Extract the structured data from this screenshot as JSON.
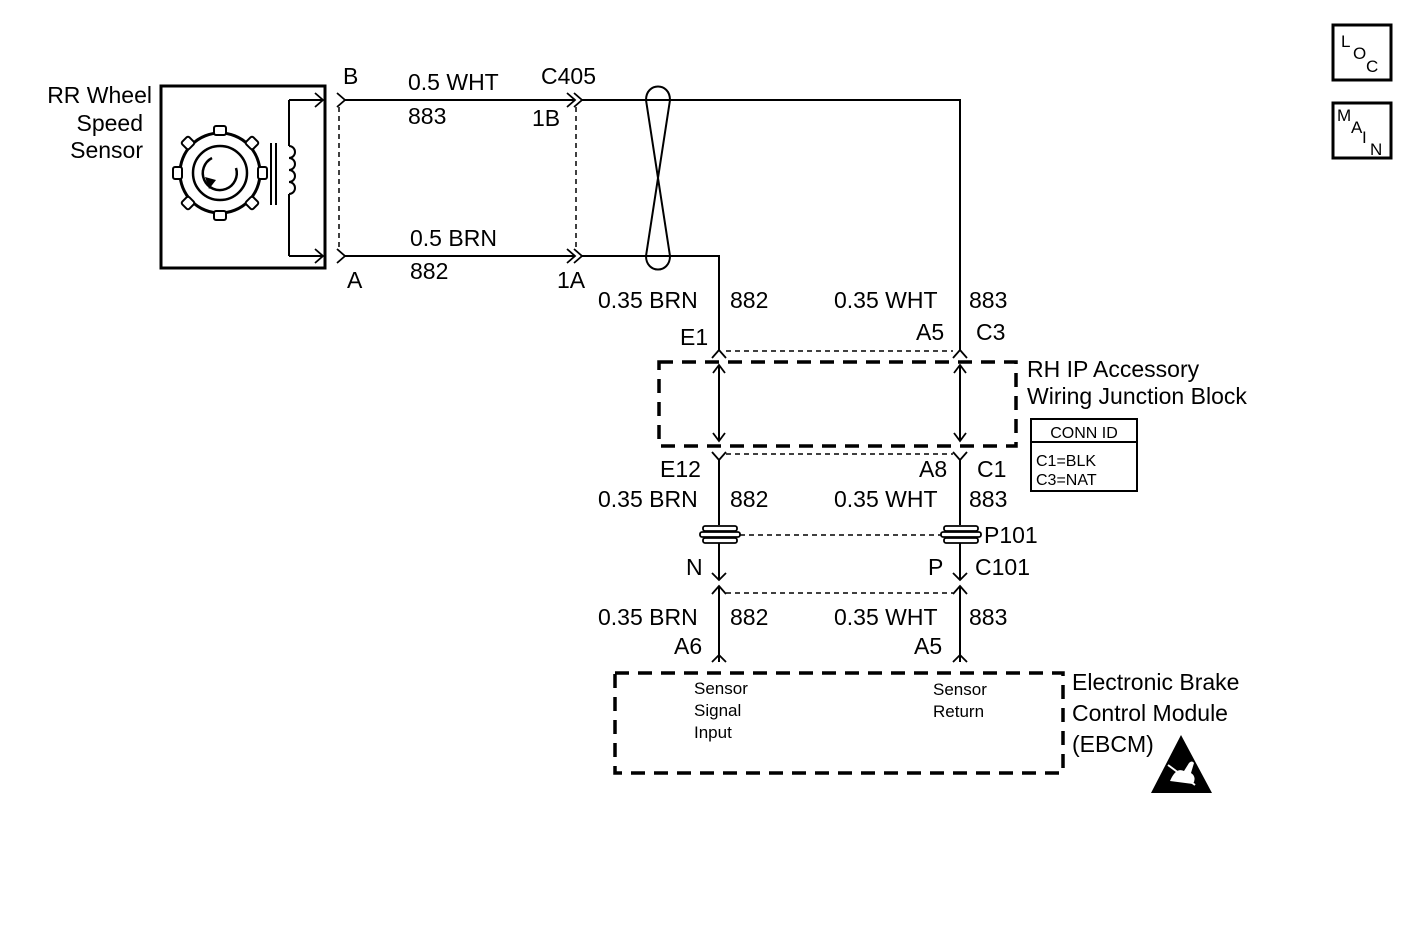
{
  "sensor": {
    "name_lines": [
      "RR Wheel",
      "Speed",
      "Sensor"
    ]
  },
  "sensor_pins": {
    "top": "B",
    "bottom": "A"
  },
  "wires_upper": {
    "top_gauge": "0.5 WHT",
    "top_circuit": "883",
    "bottom_gauge": "0.5 BRN",
    "bottom_circuit": "882"
  },
  "connector_c405": {
    "name": "C405",
    "pin_top": "1B",
    "pin_bottom": "1A"
  },
  "mid_wires": {
    "left_gauge": "0.35 BRN",
    "left_circuit": "882",
    "right_gauge": "0.35 WHT",
    "right_circuit": "883"
  },
  "junction_block": {
    "name_lines": [
      "RH IP Accessory",
      "Wiring Junction Block"
    ],
    "pin_top_left": "E1",
    "pin_top_right": "A5",
    "conn_top": "C3",
    "pin_bottom_left": "E12",
    "pin_bottom_right": "A8",
    "conn_bottom": "C1"
  },
  "conn_id_table": {
    "header": "CONN ID",
    "rows": [
      "C1=BLK",
      "C3=NAT"
    ]
  },
  "lower_wires": {
    "left_gauge": "0.35 BRN",
    "left_circuit": "882",
    "right_gauge": "0.35 WHT",
    "right_circuit": "883"
  },
  "passthrough": {
    "name": "P101"
  },
  "connector_c101": {
    "name": "C101",
    "pin_left": "N",
    "pin_right": "P"
  },
  "ebcm_wires": {
    "left_gauge": "0.35 BRN",
    "left_circuit": "882",
    "right_gauge": "0.35 WHT",
    "right_circuit": "883"
  },
  "ebcm_pins": {
    "left": "A6",
    "right": "A5"
  },
  "ebcm": {
    "name_lines": [
      "Electronic Brake",
      "Control Module",
      "(EBCM)"
    ],
    "signal_lines": [
      "Sensor",
      "Signal",
      "Input"
    ],
    "return_lines": [
      "Sensor",
      "Return"
    ]
  },
  "nav_buttons": {
    "loc": [
      "L",
      "O",
      "C"
    ],
    "main": [
      "M",
      "A",
      "I",
      "N"
    ]
  },
  "icons": {
    "esd": "esd-warning-icon",
    "sensor": "reluctor-wheel-icon"
  }
}
